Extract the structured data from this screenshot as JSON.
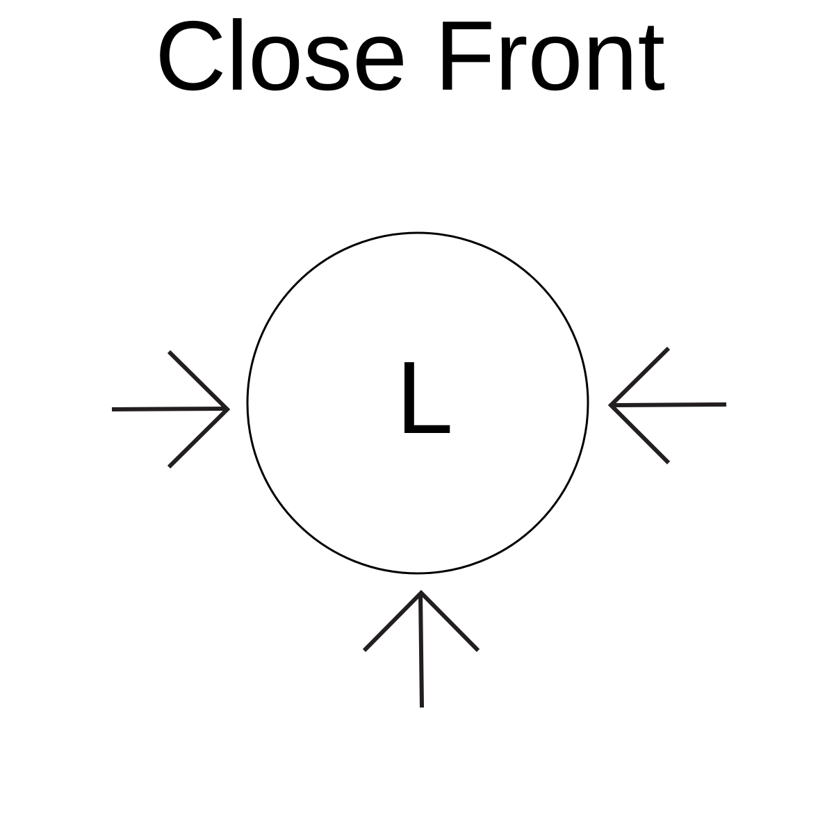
{
  "title": "Close Front",
  "circle_label": "L",
  "colors": {
    "text": "#000000",
    "circle_stroke": "#000000",
    "arrow_stroke": "#231f20",
    "background": "#ffffff"
  },
  "arrows": [
    {
      "name": "arrow-from-left",
      "direction": "right"
    },
    {
      "name": "arrow-from-right",
      "direction": "left"
    },
    {
      "name": "arrow-from-bottom",
      "direction": "up"
    }
  ]
}
